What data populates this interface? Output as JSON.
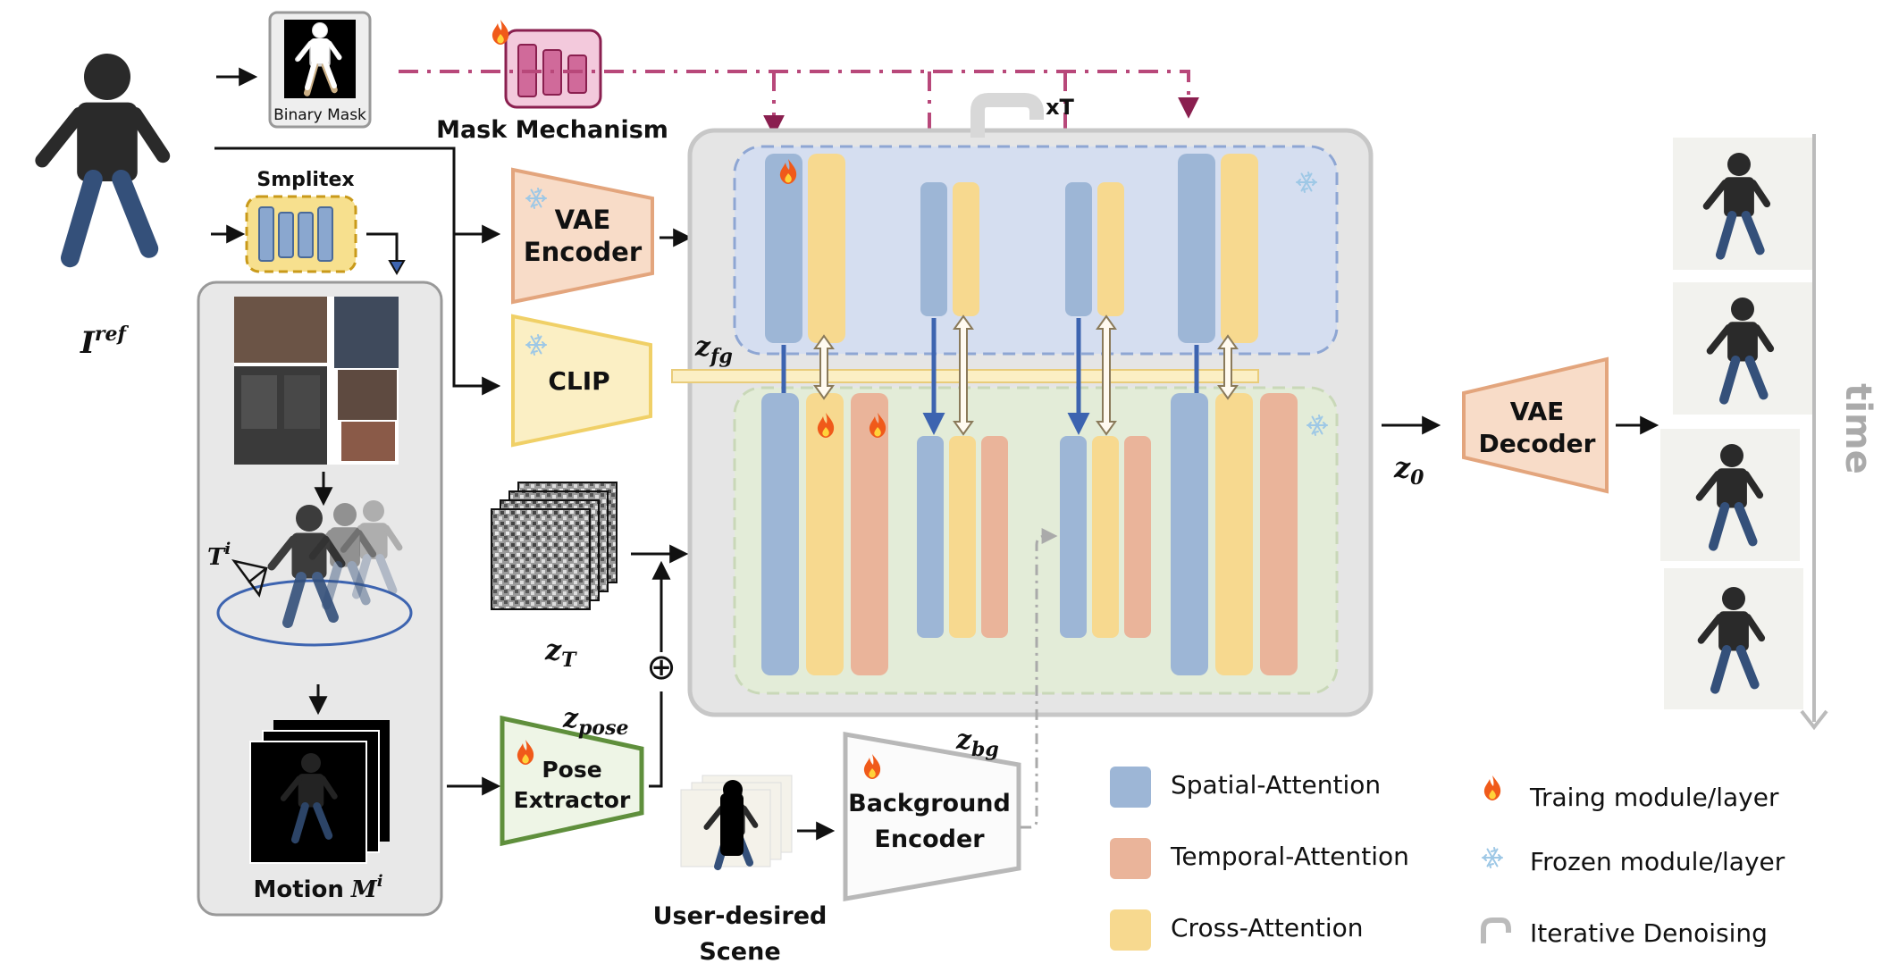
{
  "labels": {
    "binary_mask": "Binary Mask",
    "mask_mechanism": "Mask Mechanism",
    "smplitex": "Smplitex",
    "vae_encoder_line1": "VAE",
    "vae_encoder_line2": "Encoder",
    "clip": "CLIP",
    "vae_decoder_line1": "VAE",
    "vae_decoder_line2": "Decoder",
    "pose_extractor_line1": "Pose",
    "pose_extractor_line2": "Extractor",
    "background_encoder_line1": "Background",
    "background_encoder_line2": "Encoder",
    "user_scene_line1": "User-desired",
    "user_scene_line2": "Scene",
    "motion": "Motion",
    "xT": "xT",
    "time": "time"
  },
  "math": {
    "i_ref_base": "I",
    "i_ref_sup": "ref",
    "z_fg_base": "z",
    "z_fg_sub": "fg",
    "z_T_base": "z",
    "z_T_sub": "T",
    "z_0_base": "z",
    "z_0_sub": "0",
    "z_pose_base": "z",
    "z_pose_sub": "pose",
    "z_bg_base": "z",
    "z_bg_sub": "bg",
    "t_i_base": "T",
    "t_i_sup": "i",
    "m_i_base": "M",
    "m_i_sup": "i",
    "oplus": "⊕"
  },
  "legend": {
    "spatial": "Spatial-Attention",
    "temporal": "Temporal-Attention",
    "cross": "Cross-Attention",
    "training": "Traing module/layer",
    "frozen": "Frozen module/layer",
    "iterative": "Iterative Denoising"
  },
  "icons": {
    "training": "flame-icon",
    "frozen": "snowflake-icon",
    "iterative": "curved-arrow-icon"
  },
  "colors": {
    "spatial": "#9db6d6",
    "temporal": "#eab49a",
    "cross": "#f7d98f",
    "mask": "#b8487a",
    "pose_border": "#5f8f3c",
    "vae_fill": "#f8dcc8",
    "clip_fill": "#fbefc4"
  }
}
